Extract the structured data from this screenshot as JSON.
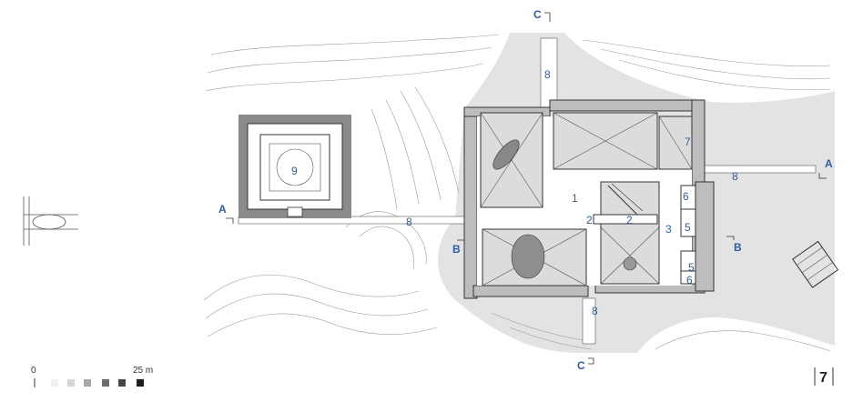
{
  "colors": {
    "label_blue": "#2a5fa8",
    "ground_grey": "#e3e3e3",
    "contour_grey": "#9a9a9a",
    "wall_dark": "#333333"
  },
  "section_markers": {
    "a_left": "A",
    "a_right": "A",
    "b_left": "B",
    "b_right": "B",
    "c_top": "C",
    "c_bottom": "C"
  },
  "room_labels": {
    "l1": "1",
    "l2a": "2",
    "l2b": "2",
    "l3": "3",
    "l5a": "5",
    "l5b": "5",
    "l6a": "6",
    "l6b": "6",
    "l7": "7",
    "l8_north": "8",
    "l8_west": "8",
    "l8_east": "8",
    "l8_south": "8",
    "l9": "9"
  },
  "scale_bar": {
    "start": "0",
    "end": "25 m",
    "swatches": [
      "#f0f0f0",
      "#d6d6d6",
      "#a8a8a8",
      "#6e6e6e",
      "#444444",
      "#1e1e1e"
    ]
  },
  "page_number": "7"
}
